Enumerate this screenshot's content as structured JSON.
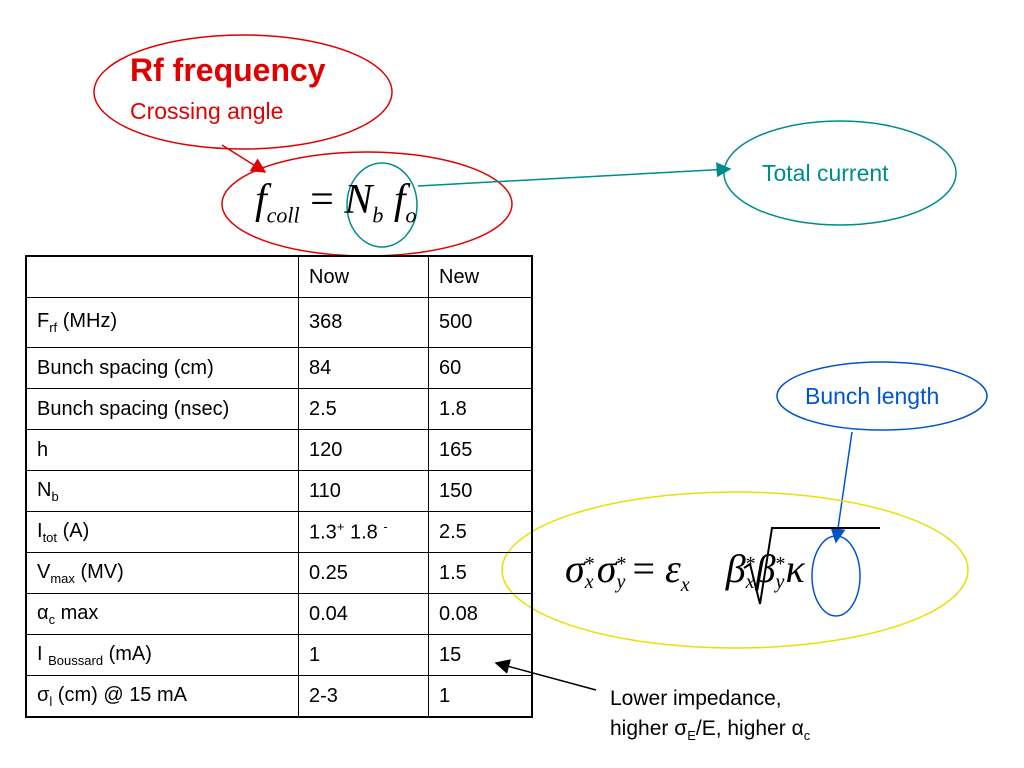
{
  "top": {
    "rf_title": "Rf frequency",
    "rf_subtitle": "Crossing angle",
    "total_current": "Total current"
  },
  "formula1": {
    "f": "f",
    "coll": "coll",
    "eq": "=",
    "N": "N",
    "b": "b",
    "fo_f": "f",
    "fo_sub": "o"
  },
  "formula2": {
    "sigma": "σ",
    "star": "*",
    "x": "x",
    "y": "y",
    "eq": "=",
    "eps": "ε",
    "beta": "β",
    "kappa": "κ"
  },
  "bunch_length": "Bunch length",
  "note": {
    "line1": "Lower impedance,",
    "line2_a": "higher ",
    "sigma": "σ",
    "sub_E": "E",
    "line2_b": "/E, higher ",
    "alpha": "α",
    "sub_c": "c"
  },
  "table": {
    "header": [
      "",
      "Now",
      "New"
    ],
    "rows": [
      {
        "label": {
          "main": "F",
          "sub": "rf",
          "tail": " (MHz)"
        },
        "now": "368",
        "new": "500"
      },
      {
        "label": {
          "main": "Bunch spacing (cm)"
        },
        "now": "84",
        "new": "60"
      },
      {
        "label": {
          "main": "Bunch spacing (nsec)"
        },
        "now": "2.5",
        "new": "1.8"
      },
      {
        "label": {
          "main": "h"
        },
        "now": "120",
        "new": "165"
      },
      {
        "label": {
          "main": "N",
          "sub": "b"
        },
        "now": "110",
        "new": "150"
      },
      {
        "label": {
          "main": "I",
          "sub": "tot",
          "tail": " (A)"
        },
        "now_parts": {
          "a": "1.3",
          "a_sup": "+",
          "b": " 1.8 ",
          "b_sup": "-"
        },
        "new": "2.5"
      },
      {
        "label": {
          "main": "V",
          "sub": "max",
          "tail": " (MV)"
        },
        "now": "0.25",
        "new": "1.5"
      },
      {
        "label": {
          "main": "α",
          "sub": "c",
          "tail": " max"
        },
        "now": "0.04",
        "new": "0.08"
      },
      {
        "label": {
          "main": "I ",
          "sub": "Boussard",
          "tail": " (mA)"
        },
        "now": "1",
        "new": "15"
      },
      {
        "label": {
          "main": "σ",
          "sub": "l",
          "tail": " (cm) @ 15 mA"
        },
        "now": "2-3",
        "new": "1"
      }
    ]
  },
  "colors": {
    "red": "#e00000",
    "teal": "#008b8b",
    "blue": "#0055cc",
    "yellow": "#e8e000"
  }
}
